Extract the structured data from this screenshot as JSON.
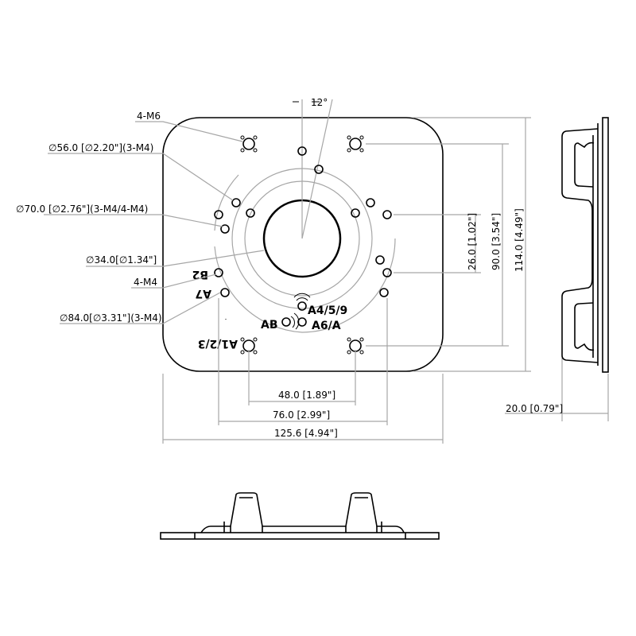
{
  "drawing": {
    "angle_label": "12°",
    "callouts": {
      "m6": "4-M6",
      "d56": "∅56.0 [∅2.20\"](3-M4)",
      "d70": "∅70.0 [∅2.76\"](3-M4/4-M4)",
      "d34": "∅34.0[∅1.34\"]",
      "m4": "4-M4",
      "d84": "∅84.0[∅3.31\"](3-M4)"
    },
    "hole_labels": {
      "b2": "B2",
      "a7": "A7",
      "a123": "A1/2/3",
      "a459": "A4/5/9",
      "ab": "AB",
      "a6a": "A6/A"
    },
    "dimensions": {
      "d48": "48.0 [1.89\"]",
      "d76": "76.0 [2.99\"]",
      "d125": "125.6 [4.94\"]",
      "d26": "26.0 [1.02\"]",
      "d90": "90.0 [3.54\"]",
      "d114": "114.0 [4.49\"]",
      "d20": "20.0 [0.79\"]"
    }
  }
}
